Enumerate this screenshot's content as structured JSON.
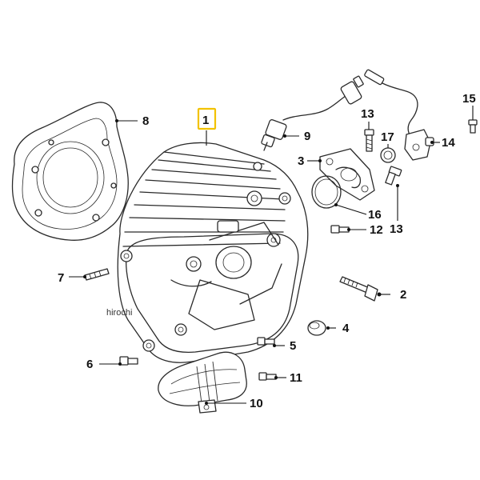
{
  "watermark": "hirochi",
  "highlight_color": "#f2c200",
  "callouts": [
    "1",
    "2",
    "3",
    "4",
    "5",
    "6",
    "7",
    "8",
    "9",
    "10",
    "11",
    "12",
    "13",
    "13",
    "14",
    "15",
    "16",
    "17"
  ]
}
